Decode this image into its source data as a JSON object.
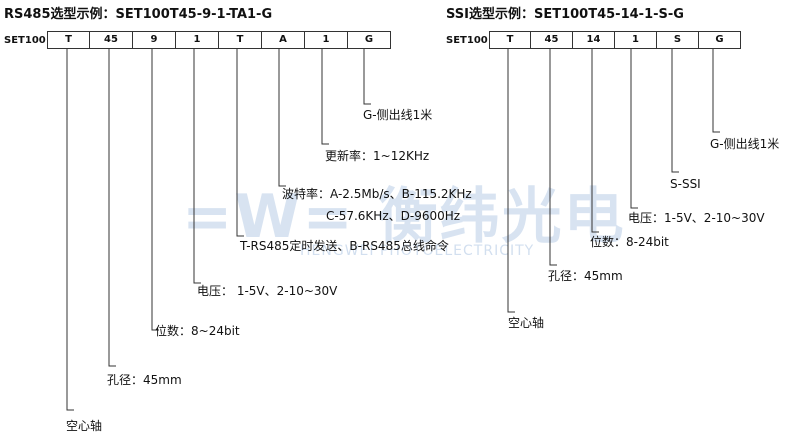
{
  "watermark": {
    "text": "=W= 衡纬光电",
    "subtext": "HENGWEI PHOTOELECTRICITY"
  },
  "rs485": {
    "title": "RS485选型示例：SET100T45-9-1-TA1-G",
    "prefix": "SET100",
    "cells": [
      "T",
      "45",
      "9",
      "1",
      "T",
      "A",
      "1",
      "G"
    ],
    "labels": {
      "shaft": "空心轴",
      "bore": "孔径：45mm",
      "bits": "位数：8~24bit",
      "voltage": "电压： 1-5V、2-10~30V",
      "mode": "T-RS485定时发送、B-RS485总线命令",
      "baud1": "波特率：A-2.5Mb/s、B-115.2KHz",
      "baud2": "C-57.6KHz、D-9600Hz",
      "rate": "更新率：1~12KHz",
      "outlet": "G-侧出线1米"
    }
  },
  "ssi": {
    "title": "SSI选型示例：SET100T45-14-1-S-G",
    "prefix": "SET100",
    "cells": [
      "T",
      "45",
      "14",
      "1",
      "S",
      "G"
    ],
    "labels": {
      "shaft": "空心轴",
      "bore": "孔径：45mm",
      "bits": "位数：8-24bit",
      "voltage": "电压：1-5V、2-10~30V",
      "protocol": "S-SSI",
      "outlet": "G-侧出线1米"
    }
  }
}
